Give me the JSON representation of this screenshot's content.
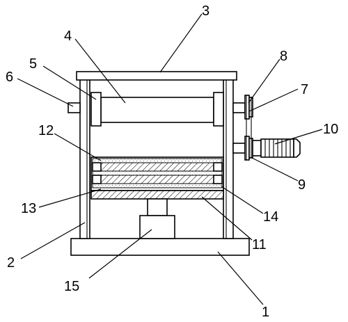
{
  "callouts": {
    "c1": "1",
    "c2": "2",
    "c3": "3",
    "c4": "4",
    "c5": "5",
    "c6": "6",
    "c7": "7",
    "c8": "8",
    "c9": "9",
    "c10": "10",
    "c11": "11",
    "c12": "12",
    "c13": "13",
    "c14": "14",
    "c15": "15"
  },
  "style": {
    "line_color": "#000000",
    "background": "#ffffff"
  }
}
